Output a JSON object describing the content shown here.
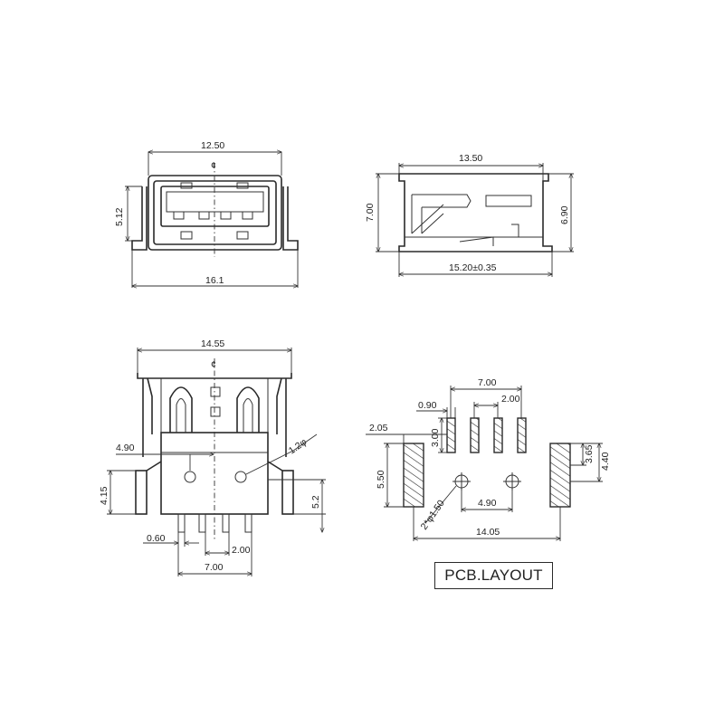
{
  "front_view": {
    "width_top": "12.50",
    "height": "5.12",
    "width_bottom": "16.1",
    "centerline": "¢"
  },
  "side_view": {
    "length_top": "13.50",
    "height_left": "7.00",
    "height_right": "6.90",
    "length_bottom": "15.20±0.35"
  },
  "bottom_view": {
    "width_top": "14.55",
    "centerline": "¢",
    "left_offset": "4.90",
    "hole_dia": "1.2φ",
    "height_left": "4.15",
    "height_right": "5.2",
    "pin_width": "0.60",
    "pin_pitch": "2.00",
    "pin_span": "7.00"
  },
  "pcb_layout": {
    "pin_span": "7.00",
    "pin_pitch": "2.00",
    "pad_width": "0.90",
    "pad_height": "3.00",
    "top_offset": "2.05",
    "slot_height_right": "3.65",
    "slot_pitch_right": "4.40",
    "slot_height_left": "5.50",
    "hole_spacing": "4.90",
    "hole_dia": "2*φ1.50",
    "overall_width": "14.05",
    "label": "PCB.LAYOUT"
  }
}
